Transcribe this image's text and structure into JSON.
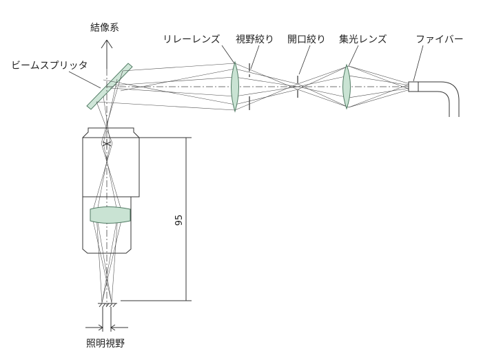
{
  "labels": {
    "imaging_system": "結像系",
    "beam_splitter": "ビームスプリッタ",
    "relay_lens": "リレーレンズ",
    "field_stop": "視野絞り",
    "aperture_stop": "開口絞り",
    "condenser_lens": "集光レンズ",
    "fiber": "ファイバー",
    "illumination_field": "照明視野",
    "dimension_value": "95"
  },
  "colors": {
    "line": "#333333",
    "lens_fill": "#c9e3d3",
    "lens_stroke": "#4f7a62",
    "splitter_fill": "#cfe6d8"
  }
}
